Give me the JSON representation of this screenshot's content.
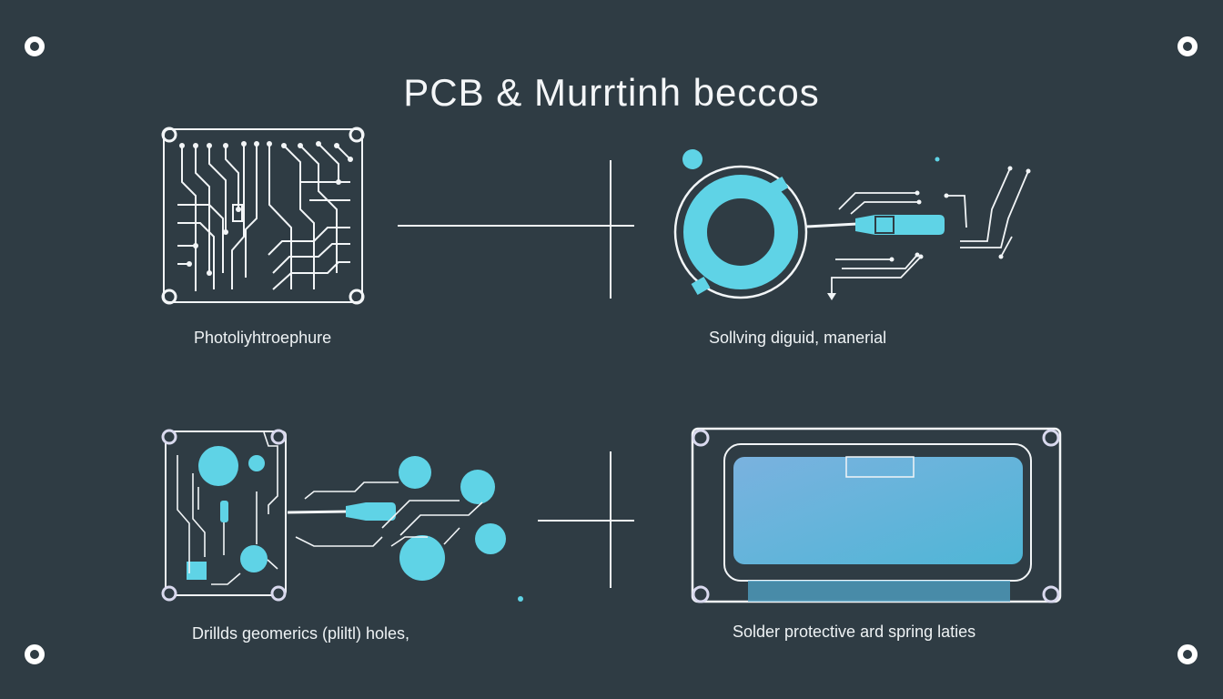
{
  "title": "PCB & Murrtinh beccos",
  "captions": [
    "Photoliyhtroephure",
    "Sollving diguid, manerial",
    "Drillds geomerics (pliltl) holes,",
    "Solder protective ard spring laties"
  ],
  "colors": {
    "background": "#2f3c44",
    "line": "#f2f5f7",
    "accent": "#5fd3e6"
  }
}
